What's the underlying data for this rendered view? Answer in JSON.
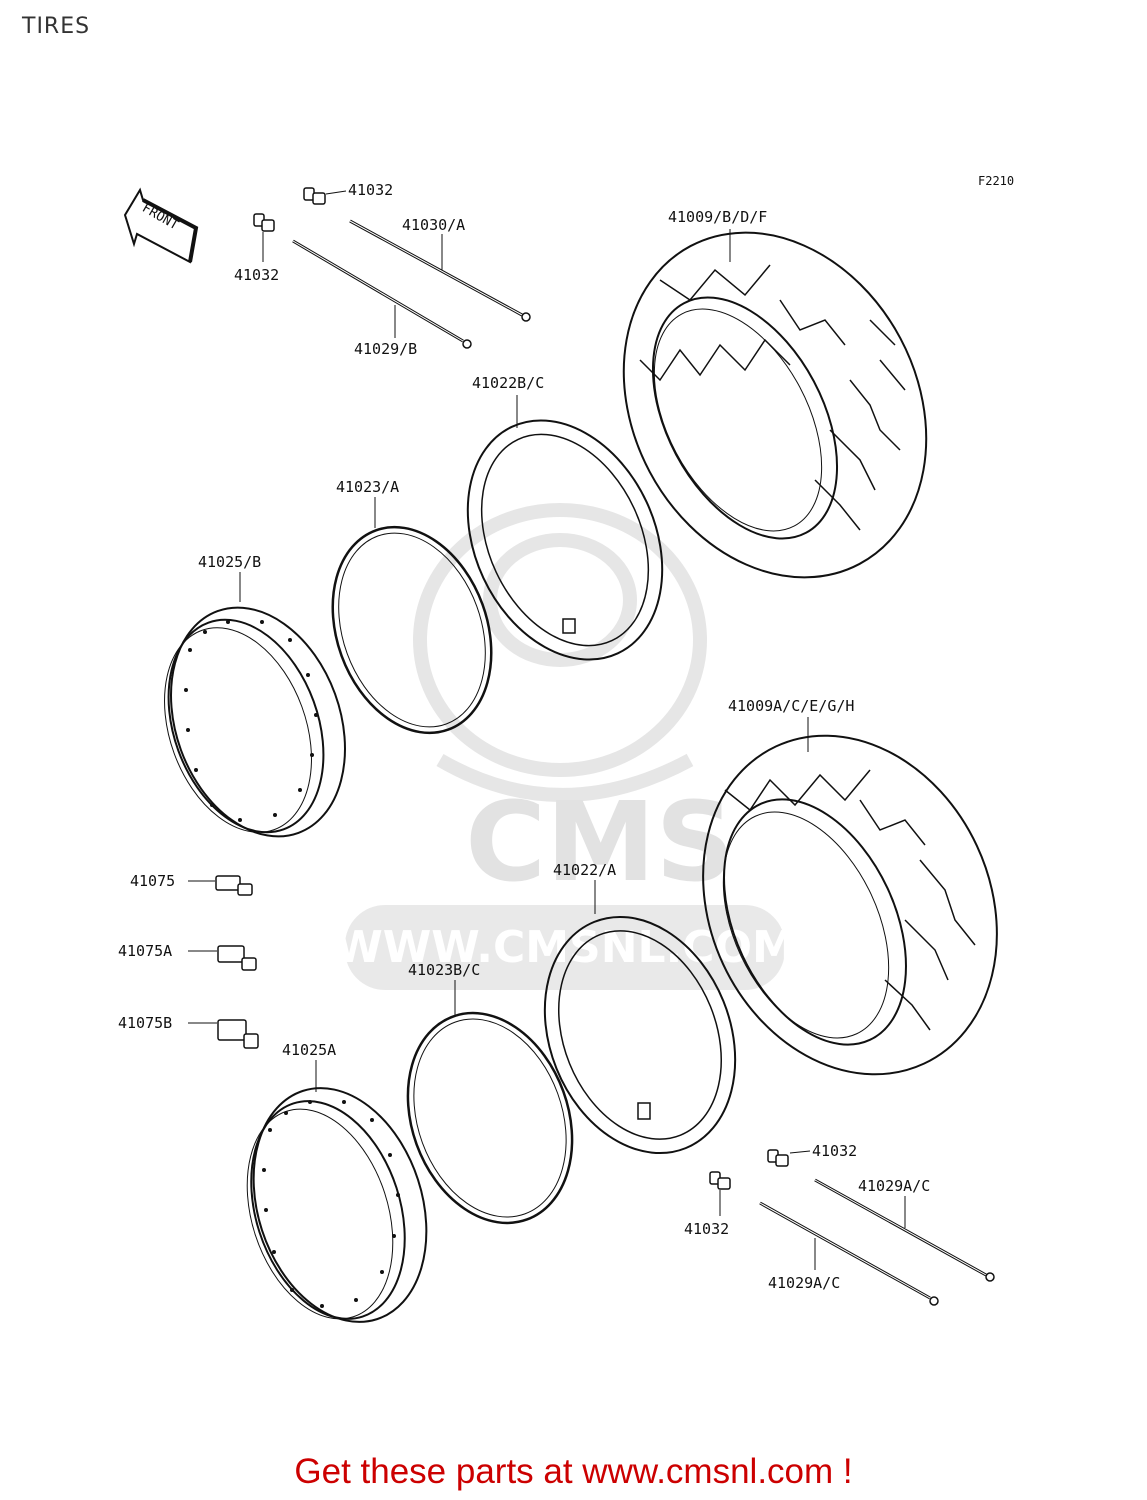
{
  "page": {
    "title": "TIRES"
  },
  "figure": {
    "code": "F2210"
  },
  "front_arrow": {
    "label": "FRONT"
  },
  "watermark": {
    "brand": "CMS",
    "site": "WWW.CMSNL.COM"
  },
  "callouts": {
    "valve_cap_upper_right": "41032",
    "valve_cap_upper_left": "41032",
    "spoke_upper_long": "41030/A",
    "spoke_upper_short": "41029/B",
    "rear_tire": "41009/B/D/F",
    "rear_tube": "41022B/C",
    "rear_rim_band": "41023/A",
    "rear_rim": "41025/B",
    "front_tire": "41009A/C/E/G/H",
    "valve_41075": "41075",
    "valve_41075A": "41075A",
    "valve_41075B": "41075B",
    "front_tube": "41022/A",
    "front_rim_band": "41023B/C",
    "front_rim": "41025A",
    "valve_cap_lower_right": "41032",
    "valve_cap_lower_left": "41032",
    "spoke_lower_upper": "41029A/C",
    "spoke_lower_lower": "41029A/C"
  },
  "footer": {
    "promo": "Get these parts at www.cmsnl.com !",
    "promo_color": "#cc0000"
  }
}
